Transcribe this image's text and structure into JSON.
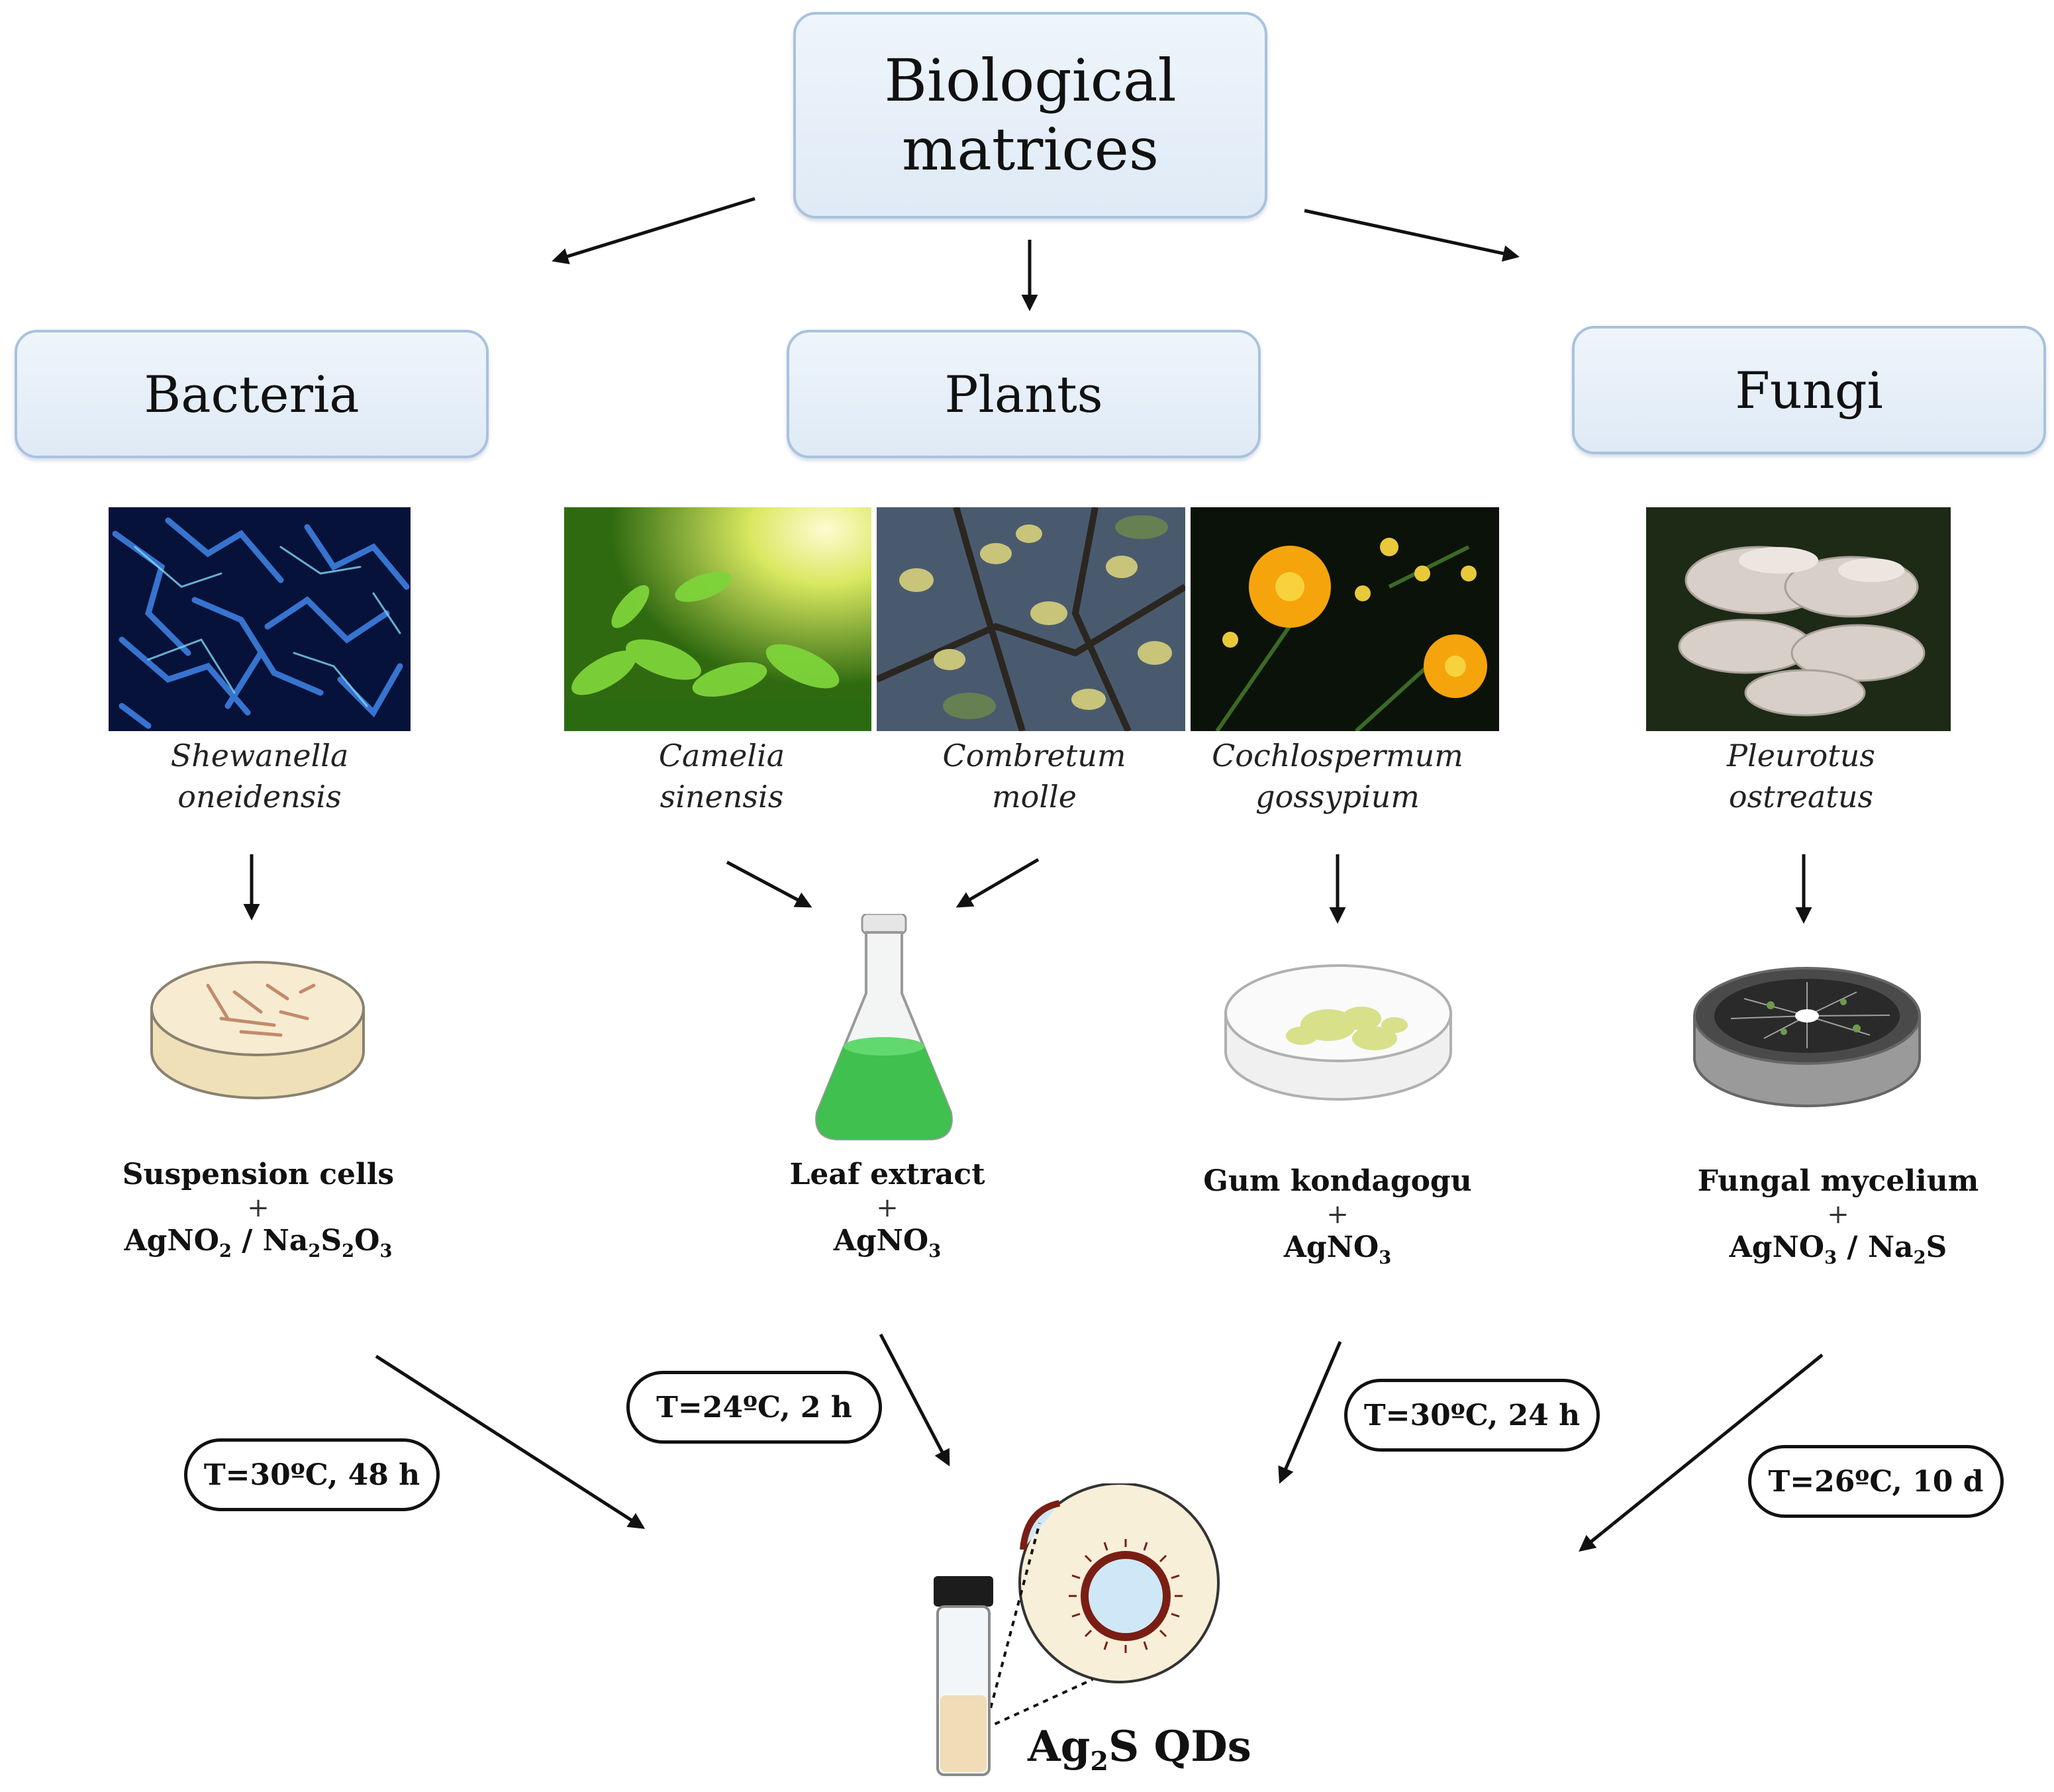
{
  "root": {
    "line1": "Biological",
    "line2": "matrices"
  },
  "categories": {
    "bacteria": "Bacteria",
    "plants": "Plants",
    "fungi": "Fungi"
  },
  "species": [
    {
      "line1": "Shewanella",
      "line2": "oneidensis"
    },
    {
      "line1": "Camelia",
      "line2": "sinensis"
    },
    {
      "line1": "Combretum",
      "line2": "molle"
    },
    {
      "line1": "Cochlospermum",
      "line2": "gossypium"
    },
    {
      "line1": "Pleurotus",
      "line2": "ostreatus"
    }
  ],
  "mixtures": [
    {
      "name": "Suspension cells",
      "plus": "+",
      "reagent_a": "AgNO",
      "reagent_a_sub": "2",
      "sep": " / ",
      "reagent_b1": "Na",
      "reagent_b1_sub": "2",
      "reagent_b2": "S",
      "reagent_b2_sub": "2",
      "reagent_b3": "O",
      "reagent_b3_sub": "3"
    },
    {
      "name": "Leaf extract",
      "plus": "+",
      "reagent_a": "AgNO",
      "reagent_a_sub": "3"
    },
    {
      "name": "Gum kondagogu",
      "plus": "+",
      "reagent_a": "AgNO",
      "reagent_a_sub": "3"
    },
    {
      "name": "Fungal mycelium",
      "plus": "+",
      "reagent_a": "AgNO",
      "reagent_a_sub": "3",
      "sep": " / ",
      "reagent_b1": "Na",
      "reagent_b1_sub": "2",
      "reagent_b2": "S"
    }
  ],
  "conditions": {
    "bacteria": "T=30ºC, 48 h",
    "plants": "T=24ºC, 2 h",
    "gum": "T=30ºC, 24 h",
    "fungi": "T=26ºC, 10 d"
  },
  "product": {
    "prefix": "Ag",
    "sub": "2",
    "suffix": "S QDs"
  },
  "colors": {
    "box_fill": "#e6eff8",
    "box_border": "#a9c2de",
    "arrow": "#111111",
    "flask_liquid": "#3fc04f",
    "vial_liquid": "#f0dcb6",
    "qd_shell": "#7a1e14"
  }
}
